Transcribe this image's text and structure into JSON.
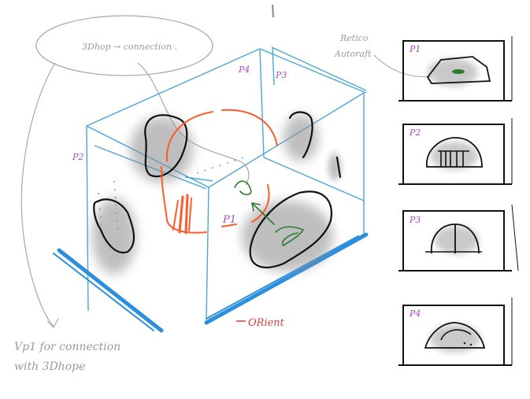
{
  "sketch": {
    "bubble_text": "3Dhop → connection .",
    "top_right_label_line1": "Retico",
    "top_right_label_line2": "Autoraft",
    "face_labels": {
      "p1": "P1",
      "p2": "P2",
      "p3": "P3",
      "p4": "P4"
    },
    "bottom_note_line1": "Vp1 for connection",
    "bottom_note_line2": "with 3Dhope",
    "orient_label": "ORient",
    "panels": [
      {
        "label": "P1"
      },
      {
        "label": "P2"
      },
      {
        "label": "P3"
      },
      {
        "label": "P4"
      }
    ]
  },
  "colors": {
    "box_lines": "#4aa8d8",
    "red_sketch": "#ff5a2a",
    "green_sketch": "#2d7a2d",
    "shadow_fill": "#8a8a8a",
    "black_ink": "#111111",
    "grey_ink": "#9a9a9a",
    "magenta_ink": "#b14ac9",
    "red_label": "#e23b3b",
    "thick_blue": "#2b8fe0"
  }
}
